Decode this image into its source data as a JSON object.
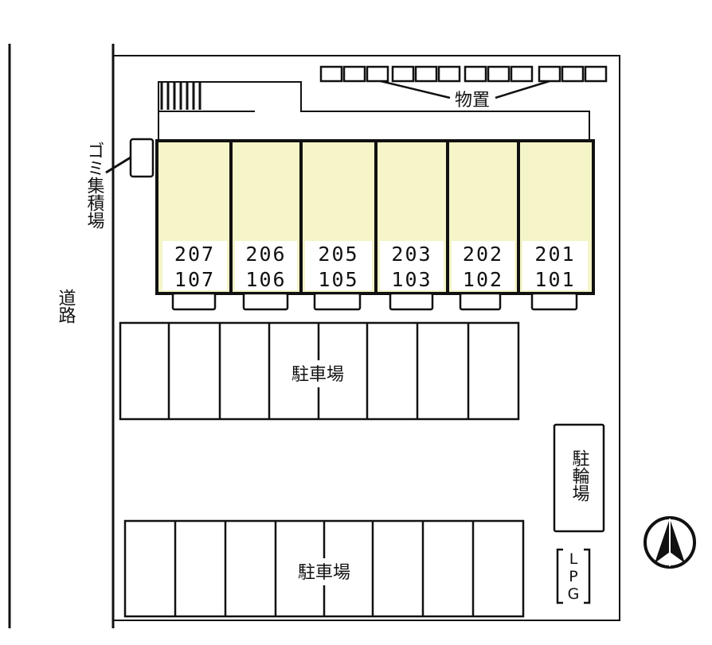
{
  "site_plan": {
    "road_label": "道路",
    "garbage_label": "ゴミ集積場",
    "storage_label": "物置",
    "parking_label_upper": "駐車場",
    "parking_label_lower": "駐車場",
    "bicycle_label": "駐輪場",
    "lpg_label": "LPG",
    "compass": "north-arrow-icon",
    "units": [
      {
        "upper": "207",
        "lower": "107"
      },
      {
        "upper": "206",
        "lower": "106"
      },
      {
        "upper": "205",
        "lower": "105"
      },
      {
        "upper": "203",
        "lower": "103"
      },
      {
        "upper": "202",
        "lower": "102"
      },
      {
        "upper": "201",
        "lower": "101"
      }
    ],
    "colors": {
      "unit_fill": "#f5f5c8",
      "line": "#111111",
      "background": "#ffffff"
    }
  }
}
